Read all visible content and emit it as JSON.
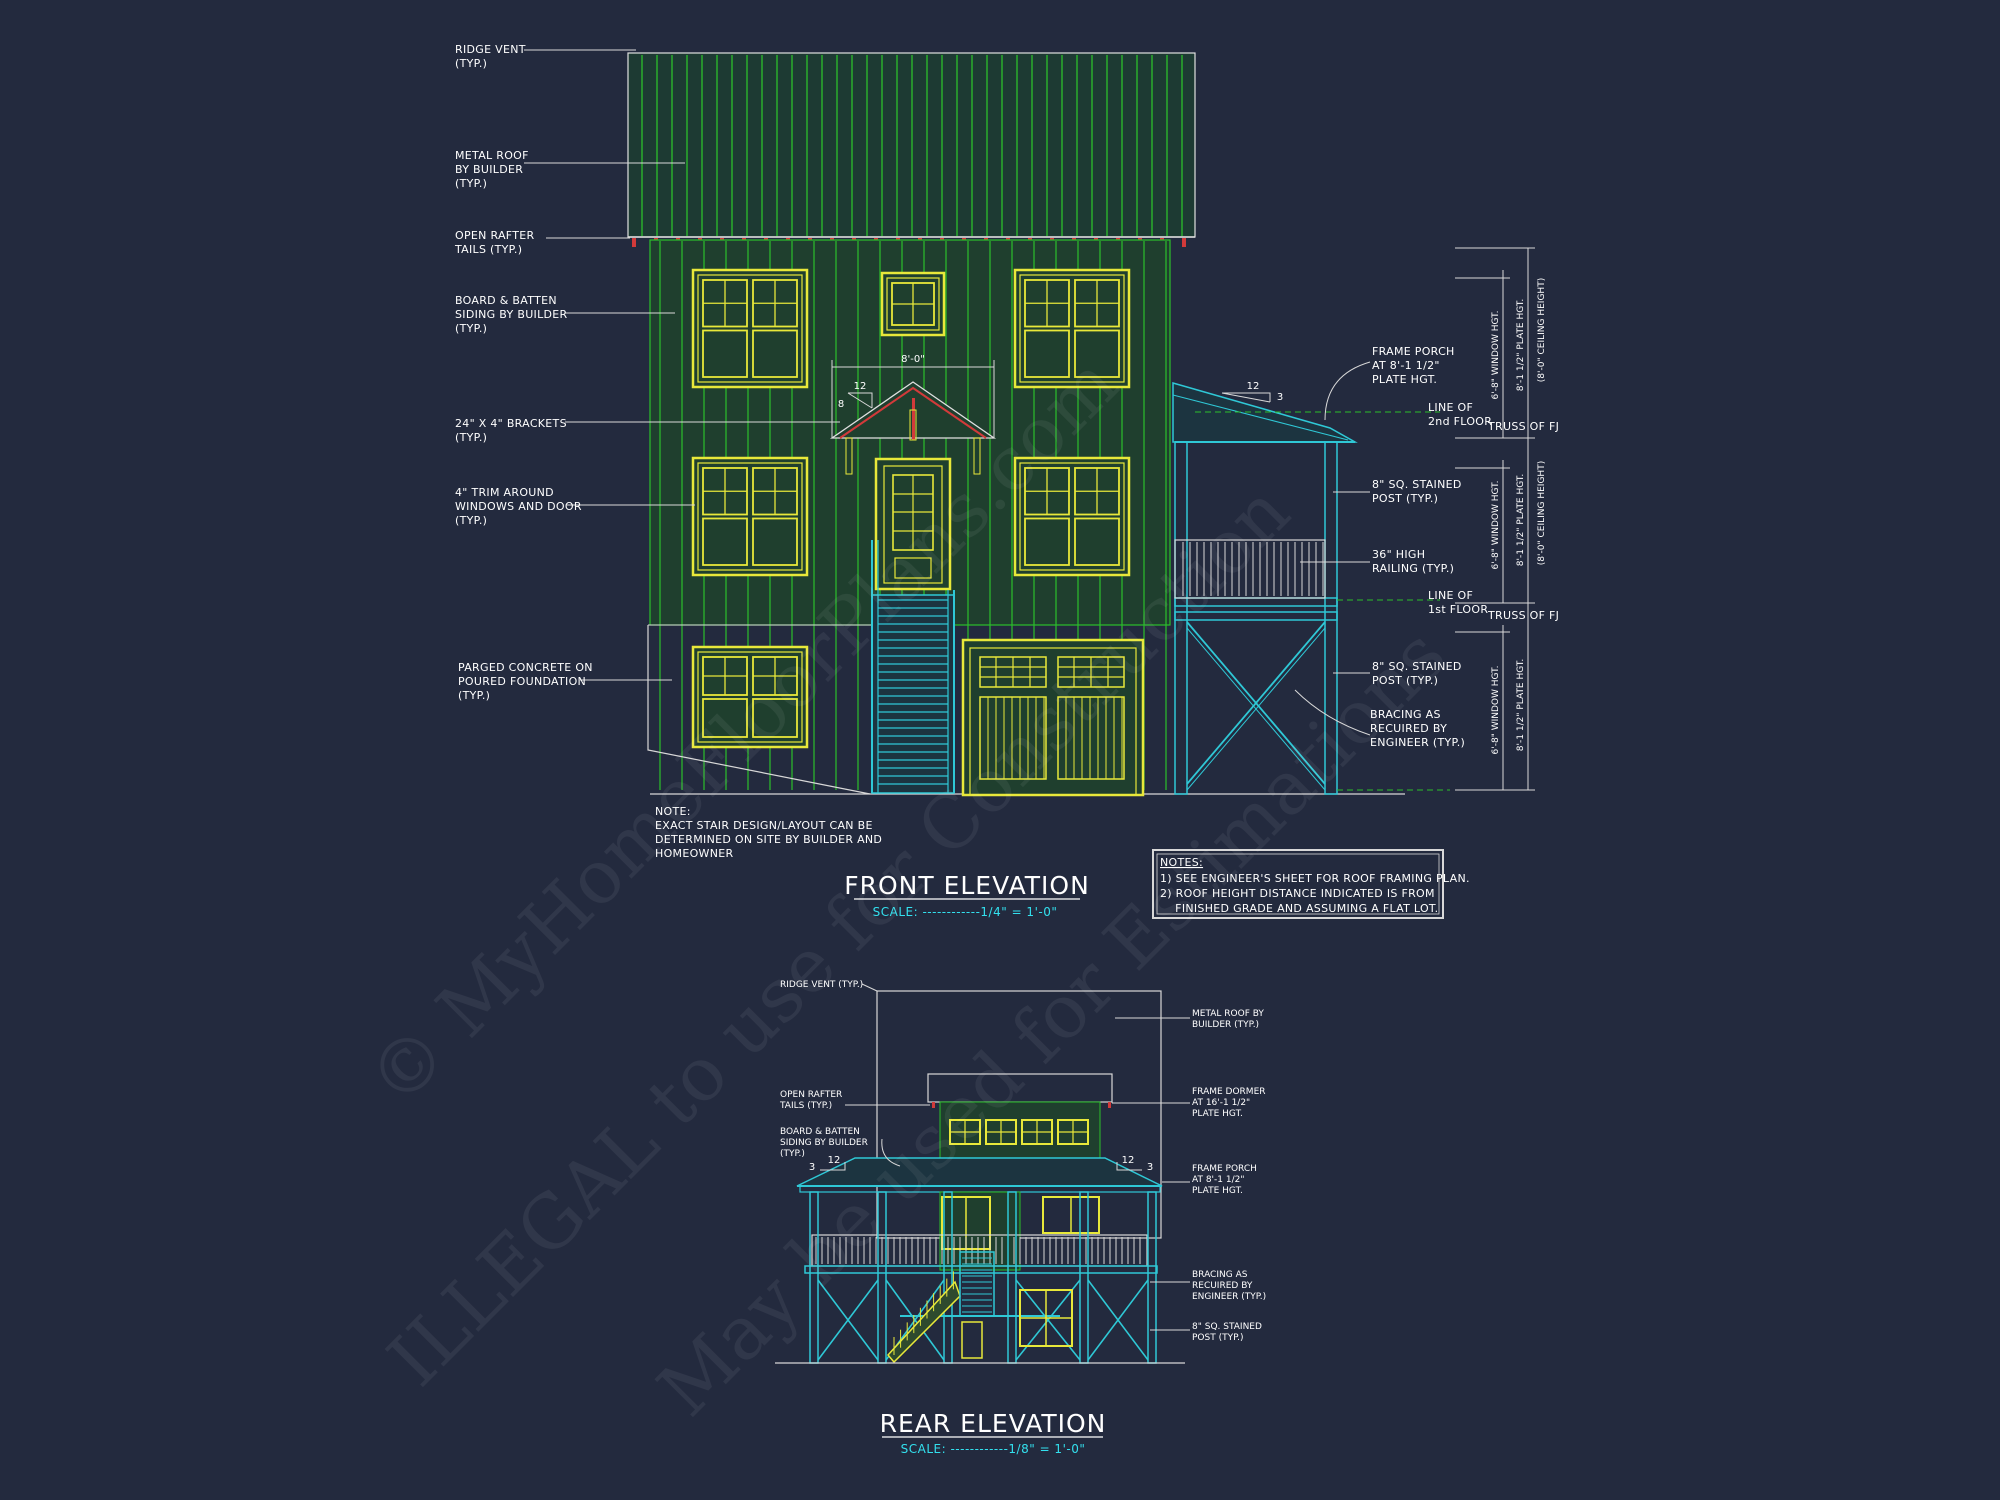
{
  "front": {
    "title": "FRONT ELEVATION",
    "scale": "SCALE: ------------1/4\" = 1'-0\"",
    "labels": {
      "ridge": [
        "RIDGE VENT",
        "(TYP.)"
      ],
      "roof": [
        "METAL ROOF",
        "BY BUILDER",
        "(TYP.)"
      ],
      "rafter": [
        "OPEN RAFTER",
        "TAILS (TYP.)"
      ],
      "siding": [
        "BOARD & BATTEN",
        "SIDING BY BUILDER",
        "(TYP.)"
      ],
      "brackets": [
        "24\" X 4\"  BRACKETS",
        "(TYP.)"
      ],
      "trim": [
        "4\" TRIM AROUND",
        "WINDOWS AND DOOR",
        "(TYP.)"
      ],
      "parged": [
        "PARGED CONCRETE ON",
        "POURED FOUNDATION",
        "(TYP.)"
      ],
      "porch": [
        "FRAME PORCH",
        "AT 8'-1 1/2\"",
        "PLATE HGT."
      ],
      "post1": [
        "8\" SQ. STAINED",
        "POST (TYP.)"
      ],
      "railing": [
        "36\" HIGH",
        "RAILING (TYP.)"
      ],
      "post2": [
        "8\" SQ. STAINED",
        "POST (TYP.)"
      ],
      "bracing": [
        "BRACING AS",
        "RECUIRED BY",
        "ENGINEER (TYP.)"
      ],
      "line2": [
        "LINE OF",
        "2nd FLOOR"
      ],
      "line1": [
        "LINE OF",
        "1st FLOOR"
      ],
      "truss": "TRUSS OF FJ"
    },
    "dims": {
      "gable_width": "8'-0\"",
      "pitch_run": "12",
      "pitch_rise_gable": "8",
      "pitch_rise_porch": "3",
      "win_hgt": "6'-8\" WINDOW HGT.",
      "plate_hgt": "8'-1 1/2\" PLATE HGT.",
      "ceiling_hgt": "(8'-0\" CEILING HEIGHT)"
    },
    "stair_note": [
      "NOTE:",
      "EXACT STAIR DESIGN/LAYOUT CAN BE",
      "DETERMINED ON SITE BY BUILDER AND",
      "HOMEOWNER"
    ],
    "notes": {
      "heading": "NOTES:",
      "items": [
        "1) SEE ENGINEER'S SHEET FOR ROOF FRAMING PLAN.",
        "2) ROOF HEIGHT DISTANCE INDICATED IS FROM",
        "    FINISHED GRADE AND ASSUMING A FLAT LOT."
      ]
    }
  },
  "rear": {
    "title": "REAR ELEVATION",
    "scale": "SCALE: ------------1/8\" = 1'-0\"",
    "labels": {
      "ridge": "RIDGE VENT (TYP.)",
      "roof": [
        "METAL ROOF BY",
        "BUILDER (TYP.)"
      ],
      "rafter": [
        "OPEN RAFTER",
        "TAILS (TYP.)"
      ],
      "siding": [
        "BOARD & BATTEN",
        "SIDING BY BUILDER",
        "(TYP.)"
      ],
      "dormer": [
        "FRAME DORMER",
        "AT 16'-1 1/2\"",
        "PLATE HGT."
      ],
      "porch": [
        "FRAME PORCH",
        "AT 8'-1 1/2\"",
        "PLATE HGT."
      ],
      "bracing": [
        "BRACING AS",
        "RECUIRED BY",
        "ENGINEER (TYP.)"
      ],
      "post": [
        "8\" SQ. STAINED",
        "POST (TYP.)"
      ]
    },
    "pitch": {
      "run": "12",
      "rise": "3"
    }
  },
  "watermark": [
    "© MyHomeFloorPlans.com",
    "ILLEGAL to use for Construction",
    "May be used for Estimations"
  ],
  "colors": {
    "background": "#232a3e",
    "siding": "#2bbf2b",
    "trim": "#e8e83a",
    "structure": "#2fc8d6",
    "rafter_tails": "#d23a3a",
    "lines": "#ffffff"
  }
}
